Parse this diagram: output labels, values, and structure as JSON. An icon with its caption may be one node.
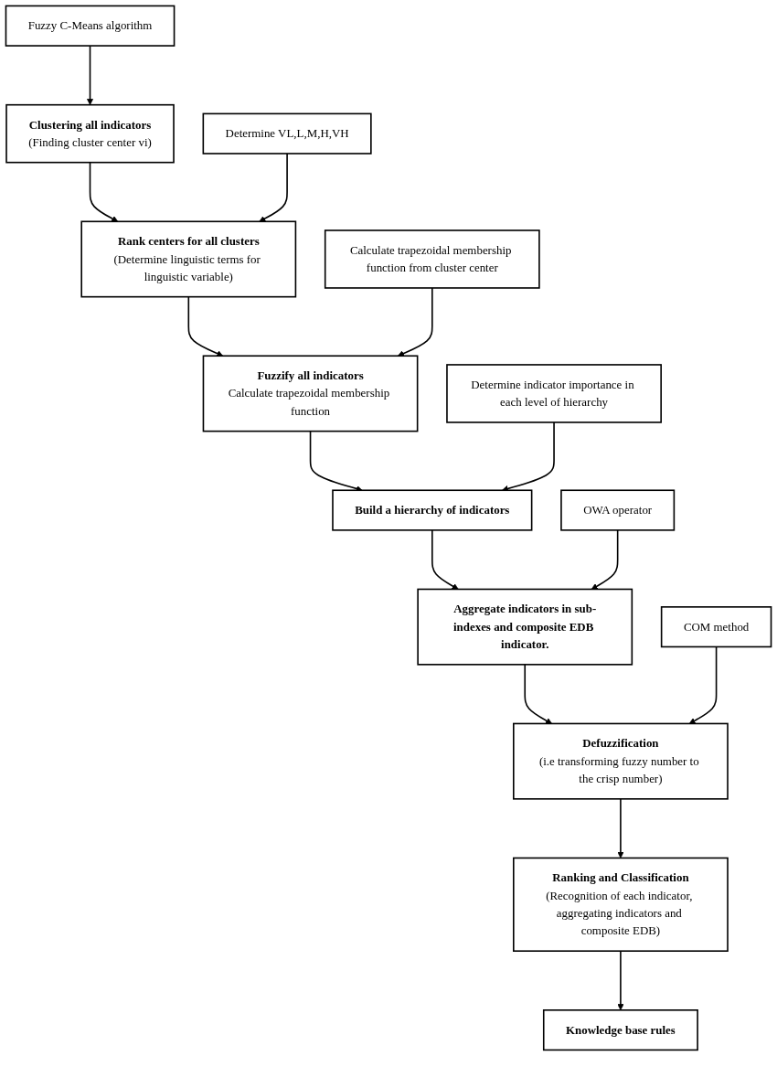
{
  "diagram": {
    "nodes": [
      {
        "text": [
          "Clustering all indicators",
          "(Finding cluster center vi)"
        ]
      },
      {
        "text": [
          "Fuzzy C-Means algorithm"
        ]
      },
      {
        "text": [
          "Rank centers for all clusters",
          "(Determine linguistic terms for linguistic variable)"
        ]
      },
      {
        "text": [
          "Determine VL,L,M,H,VH"
        ]
      },
      {
        "text": [
          "Fuzzify all indicators",
          "Calculate trapezoidal membership function"
        ]
      },
      {
        "text": [
          "Calculate trapezoidal membership function from cluster center"
        ]
      },
      {
        "text": [
          "Build a hierarchy of indicators"
        ]
      },
      {
        "text": [
          "Determine indicator importance in each level of hierarchy"
        ]
      },
      {
        "text": [
          "Aggregate indicators in sub-indexes and composite EDB indicator."
        ]
      },
      {
        "text": [
          "OWA operator"
        ]
      },
      {
        "text": [
          "Defuzzification",
          "(i.e transforming fuzzy number to the crisp number)"
        ]
      },
      {
        "text": [
          "COM method"
        ]
      },
      {
        "text": [
          "Ranking and Classification",
          "(Recognition of each indicator, aggregating indicators and composite EDB)"
        ]
      },
      {
        "text": [
          "Knowledge base rules"
        ]
      }
    ],
    "edges": [
      {
        "from": 1,
        "to": 0,
        "arrow": "to"
      },
      {
        "from": 0,
        "to": 2,
        "arrow": "to"
      },
      {
        "from": 3,
        "to": 2,
        "arrow": "to"
      },
      {
        "from": 2,
        "to": 4,
        "arrow": "to"
      },
      {
        "from": 5,
        "to": 4,
        "arrow": "to"
      },
      {
        "from": 4,
        "to": 6,
        "arrow": "to"
      },
      {
        "from": 7,
        "to": 6,
        "arrow": "to"
      },
      {
        "from": 6,
        "to": 8,
        "arrow": "to"
      },
      {
        "from": 9,
        "to": 8,
        "arrow": "to"
      },
      {
        "from": 8,
        "to": 10,
        "arrow": "to"
      },
      {
        "from": 11,
        "to": 10,
        "arrow": "to"
      },
      {
        "from": 10,
        "to": 12,
        "arrow": "to"
      },
      {
        "from": 12,
        "to": 13,
        "arrow": "to"
      }
    ]
  }
}
